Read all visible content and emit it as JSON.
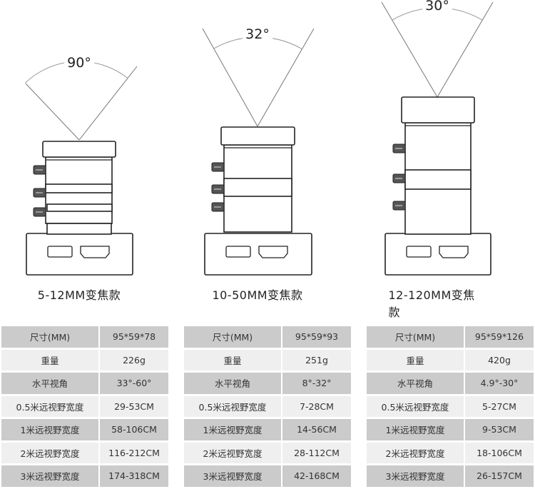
{
  "products": [
    {
      "angle": "90°",
      "model": "5-12MM变焦款",
      "specs": [
        [
          "尺寸(MM)",
          "95*59*78"
        ],
        [
          "重量",
          "226g"
        ],
        [
          "水平视角",
          "33°-60°"
        ],
        [
          "0.5米远视野宽度",
          "29-53CM"
        ],
        [
          "1米远视野宽度",
          "58-106CM"
        ],
        [
          "2米远视野宽度",
          "116-212CM"
        ],
        [
          "3米远视野宽度",
          "174-318CM"
        ]
      ]
    },
    {
      "angle": "32°",
      "model": "10-50MM变焦款",
      "specs": [
        [
          "尺寸(MM)",
          "95*59*93"
        ],
        [
          "重量",
          "251g"
        ],
        [
          "水平视角",
          "8°-32°"
        ],
        [
          "0.5米远视野宽度",
          "7-28CM"
        ],
        [
          "1米远视野宽度",
          "14-56CM"
        ],
        [
          "2米远视野宽度",
          "28-112CM"
        ],
        [
          "3米远视野宽度",
          "42-168CM"
        ]
      ]
    },
    {
      "angle": "30°",
      "model": "12-120MM变焦款",
      "specs": [
        [
          "尺寸(MM)",
          "95*59*126"
        ],
        [
          "重量",
          "420g"
        ],
        [
          "水平视角",
          "4.9°-30°"
        ],
        [
          "0.5米远视野宽度",
          "5-27CM"
        ],
        [
          "1米远视野宽度",
          "9-53CM"
        ],
        [
          "2米远视野宽度",
          "18-106CM"
        ],
        [
          "3米远视野宽度",
          "26-157CM"
        ]
      ]
    }
  ]
}
